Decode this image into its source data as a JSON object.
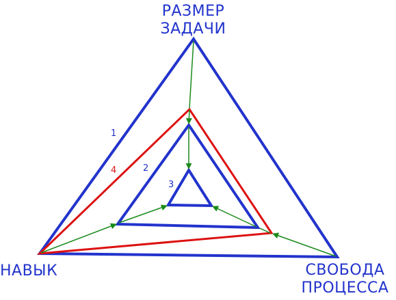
{
  "vertices": {
    "top": [
      "РАЗМЕР",
      "ЗАДАЧИ"
    ],
    "left": [
      "НАВЫК"
    ],
    "right": [
      "СВОБОДА",
      "ПРОЦЕССА"
    ]
  },
  "triangle_numbers": [
    "1",
    "2",
    "3",
    "4"
  ],
  "colors": {
    "blue": "#2233cc",
    "red": "#dd1111",
    "green": "#1a8a1a"
  }
}
